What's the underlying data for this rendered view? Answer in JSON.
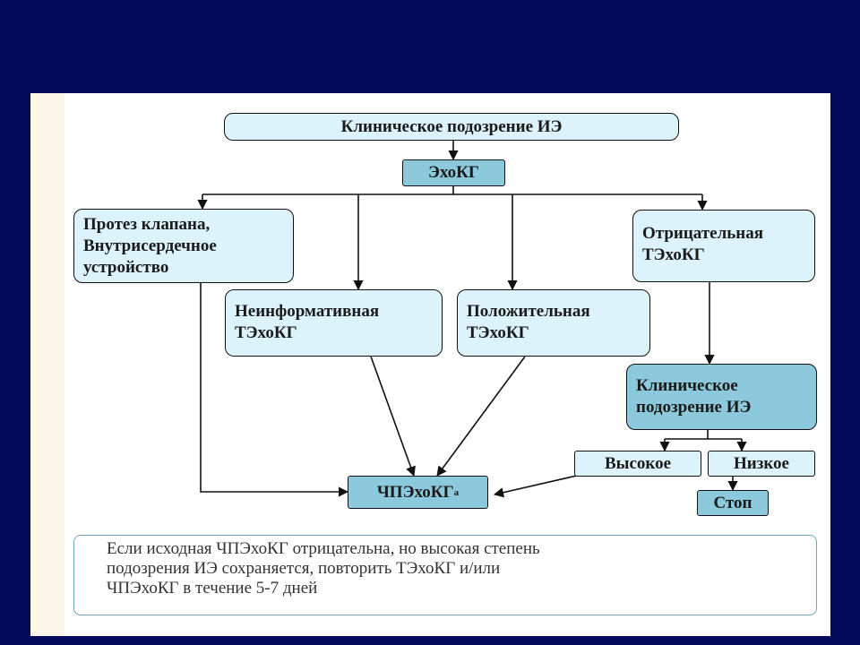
{
  "flow": {
    "suspicion_top": "Клиническое подозрение ИЭ",
    "tte": "ЭхоКГ",
    "prosthesis": "Протез клапана,\nВнутрисердечное\nустройство",
    "uninformative": "Неинформативная\nТЭхоКГ",
    "positive": "Положительная\nТЭхоКГ",
    "negative": "Отрицательная\nТЭхоКГ",
    "suspicion_second": "Клиническое\nподозрение ИЭ",
    "high": "Высокое",
    "low": "Низкое",
    "stop": "Стоп",
    "tee": "ЧПЭхоКГ",
    "tee_sup": "a"
  },
  "note": {
    "text": "Если исходная ЧПЭхоКГ отрицательна, но высокая степень\nподозрения ИЭ сохраняется, повторить ТЭхоКГ и/или\nЧПЭхоКГ в течение 5-7 дней"
  },
  "colors": {
    "background": "#050a5c",
    "box_light": "#ddf3fb",
    "box_dark": "#8cc9dc"
  }
}
